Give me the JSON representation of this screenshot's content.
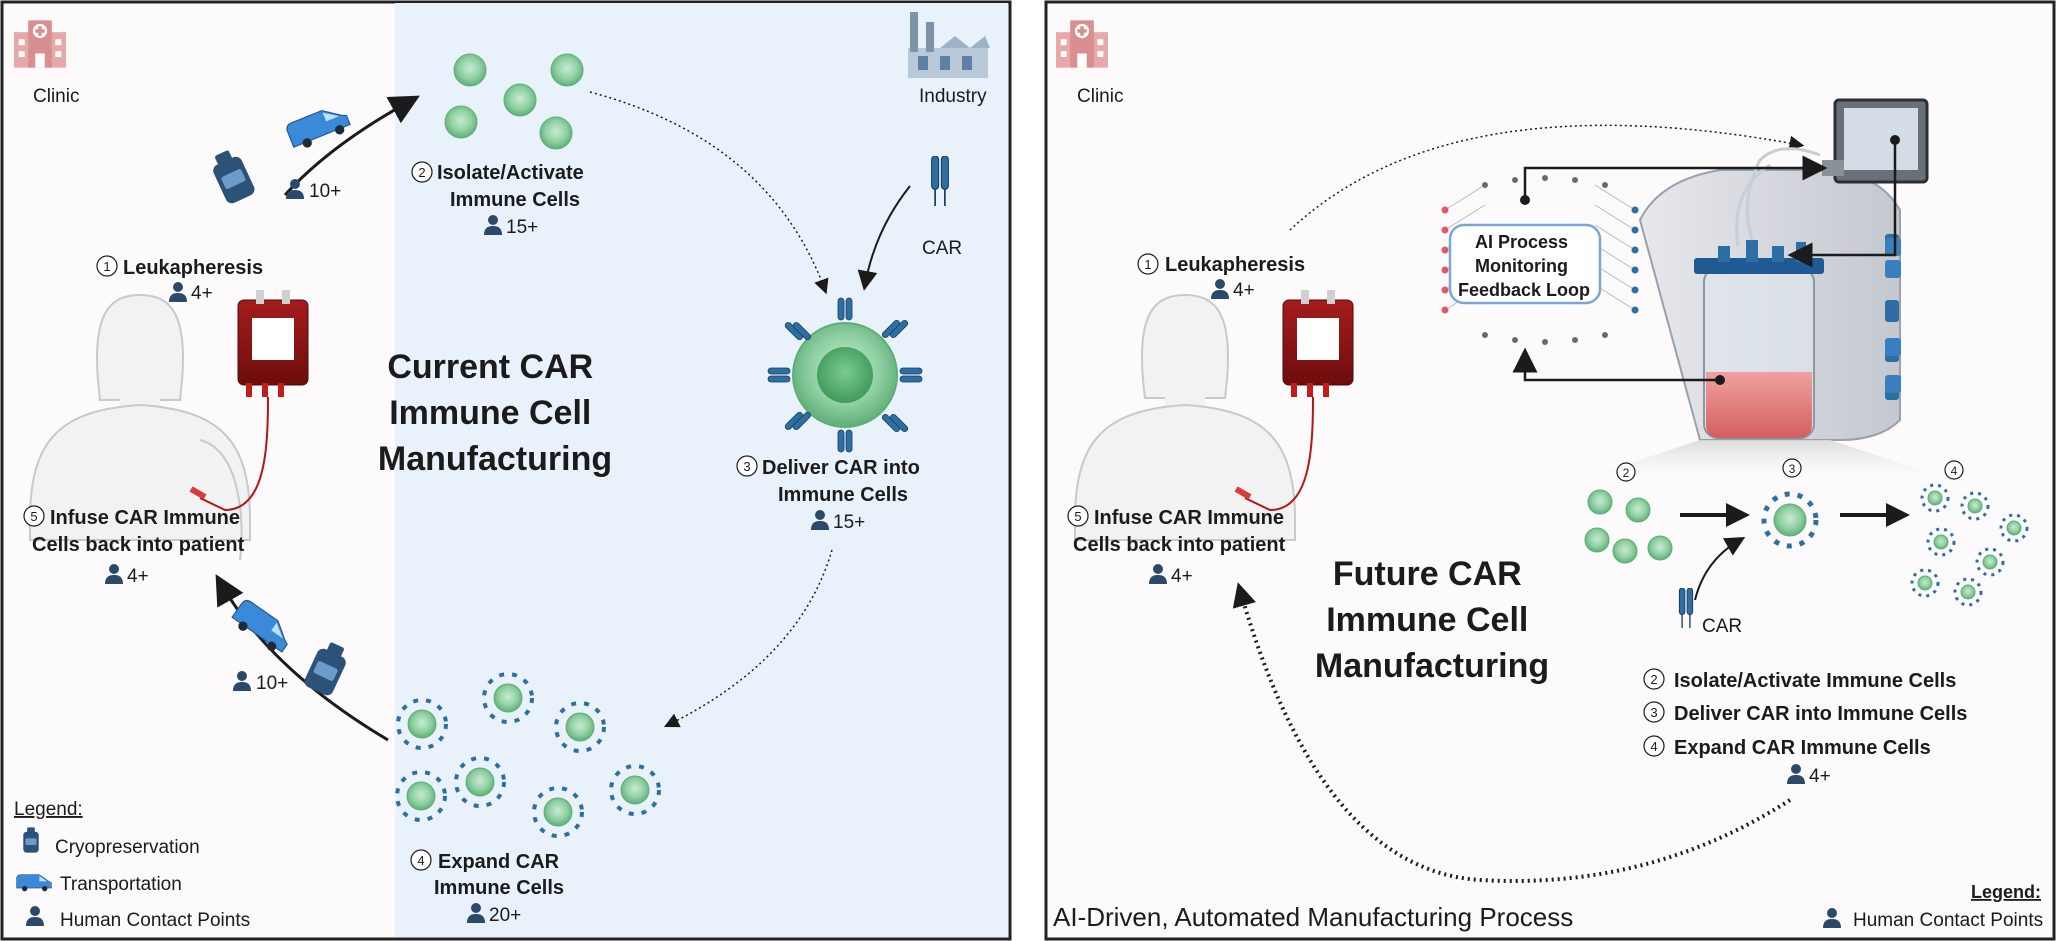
{
  "left_panel": {
    "clinic_label": "Clinic",
    "industry_label": "Industry",
    "title_lines": [
      "Current CAR",
      "Immune Cell",
      "Manufacturing"
    ],
    "steps": [
      {
        "num": "1",
        "lines": [
          "Leukapheresis"
        ],
        "contacts": "4+"
      },
      {
        "num": "2",
        "lines": [
          "Isolate/Activate",
          "Immune Cells"
        ],
        "contacts": "15+"
      },
      {
        "num": "3",
        "lines": [
          "Deliver CAR into",
          "Immune Cells"
        ],
        "contacts": "15+"
      },
      {
        "num": "4",
        "lines": [
          "Expand CAR",
          "Immune Cells"
        ],
        "contacts": "20+"
      },
      {
        "num": "5",
        "lines": [
          "Infuse CAR Immune",
          "Cells back into patient"
        ],
        "contacts": "4+"
      }
    ],
    "car_label": "CAR",
    "transport_top_contacts": "10+",
    "transport_bottom_contacts": "10+",
    "legend": {
      "title": "Legend:",
      "items": [
        "Cryopreservation",
        "Transportation",
        "Human Contact Points"
      ]
    }
  },
  "right_panel": {
    "clinic_label": "Clinic",
    "title_lines": [
      "Future CAR",
      "Immune Cell",
      "Manufacturing"
    ],
    "ai_box_lines": [
      "AI Process",
      "Monitoring",
      "Feedback Loop"
    ],
    "step1": {
      "num": "1",
      "label": "Leukapheresis",
      "contacts": "4+"
    },
    "step5": {
      "num": "5",
      "lines": [
        "Infuse CAR Immune",
        "Cells back into patient"
      ],
      "contacts": "4+"
    },
    "process_nums": [
      "2",
      "3",
      "4"
    ],
    "car_label": "CAR",
    "process_list": [
      {
        "num": "2",
        "label": "Isolate/Activate Immune Cells"
      },
      {
        "num": "3",
        "label": "Deliver CAR into Immune Cells"
      },
      {
        "num": "4",
        "label": "Expand CAR Immune Cells"
      }
    ],
    "process_contacts": "4+",
    "footer": "AI-Driven, Automated Manufacturing Process",
    "legend": {
      "title": "Legend:",
      "item": "Human Contact Points"
    }
  }
}
